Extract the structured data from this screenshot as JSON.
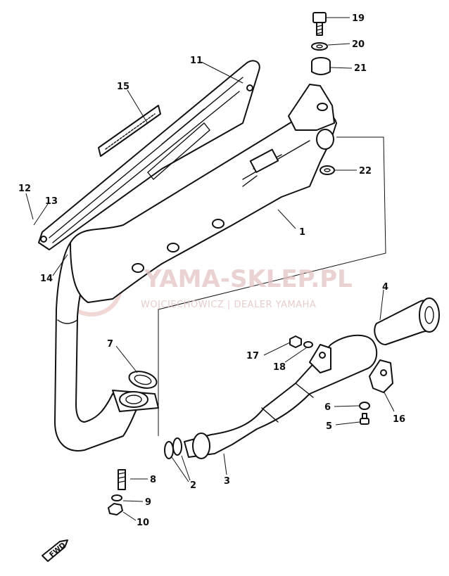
{
  "watermark": {
    "brand": "YAMA-SKLEP.PL",
    "dealer": "WOJCIECHOWICZ | DEALER YAMAHA"
  },
  "direction_marker": "FWD",
  "parts": {
    "p1": "1",
    "p2": "2",
    "p3": "3",
    "p4": "4",
    "p5": "5",
    "p6": "6",
    "p7": "7",
    "p8": "8",
    "p9": "9",
    "p10": "10",
    "p11": "11",
    "p12": "12",
    "p13": "13",
    "p14": "14",
    "p15": "15",
    "p16": "16",
    "p17": "17",
    "p18": "18",
    "p19": "19",
    "p20": "20",
    "p21": "21",
    "p22": "22"
  },
  "colors": {
    "ink": "#111111",
    "watermark": "#e3c4c4"
  }
}
